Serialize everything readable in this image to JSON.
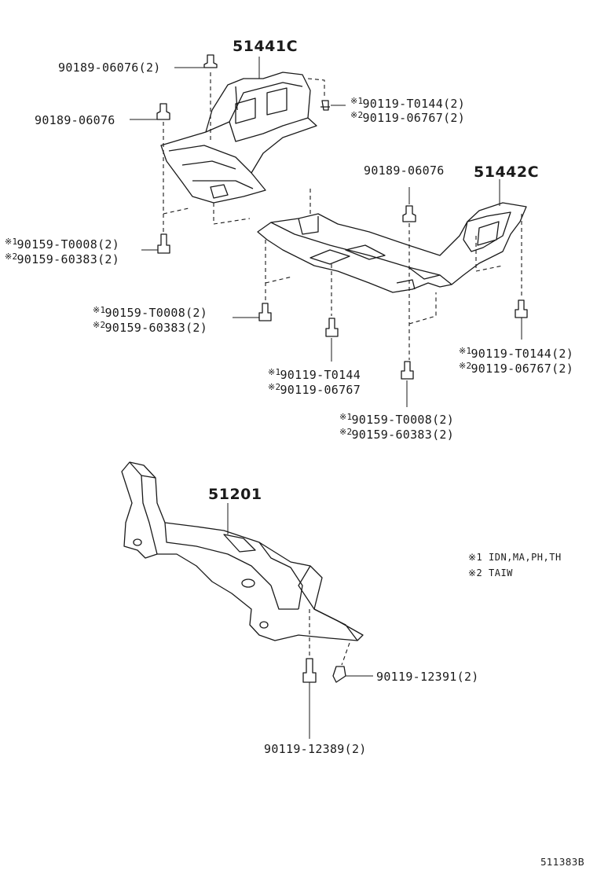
{
  "parts": {
    "p51441C": "51441C",
    "p51442C": "51442C",
    "p51201": "51201"
  },
  "callouts": {
    "c1": "90189-06076(2)",
    "c2": "90189-06076",
    "c3a_mark": "※1",
    "c3a": "90119-T0144(2)",
    "c3b_mark": "※2",
    "c3b": "90119-06767(2)",
    "c4a_mark": "※1",
    "c4a": "90159-T0008(2)",
    "c4b_mark": "※2",
    "c4b": "90159-60383(2)",
    "c5": "90189-06076",
    "c6a_mark": "※1",
    "c6a": "90159-T0008(2)",
    "c6b_mark": "※2",
    "c6b": "90159-60383(2)",
    "c7a_mark": "※1",
    "c7a": "90119-T0144(2)",
    "c7b_mark": "※2",
    "c7b": "90119-06767(2)",
    "c8a_mark": "※1",
    "c8a": "90119-T0144",
    "c8b_mark": "※2",
    "c8b": "90119-06767",
    "c9a_mark": "※1",
    "c9a": "90159-T0008(2)",
    "c9b_mark": "※2",
    "c9b": "90159-60383(2)",
    "c10": "90119-12391(2)",
    "c11": "90119-12389(2)"
  },
  "notes": {
    "n1": "※1  IDN,MA,PH,TH",
    "n2": "※2  TAIW"
  },
  "ref_code": "511383B"
}
